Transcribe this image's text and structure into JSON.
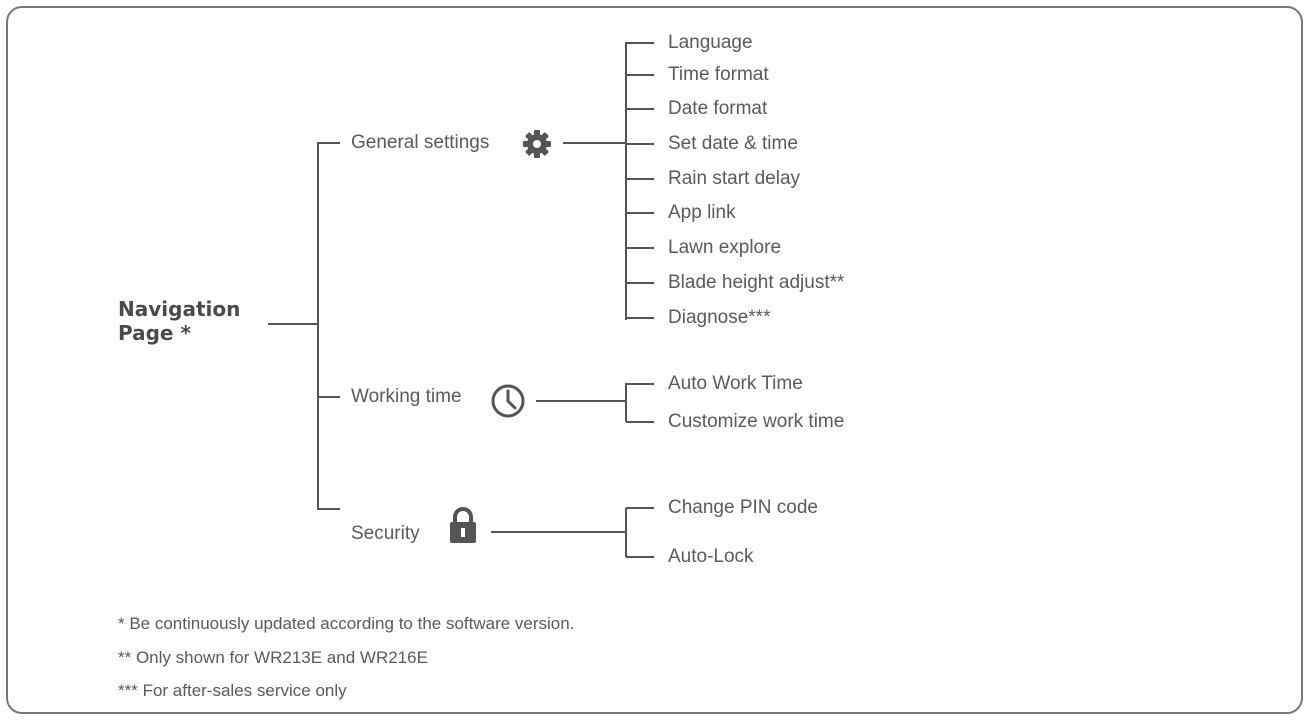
{
  "root": {
    "line1": "Navigation",
    "line2": "Page *"
  },
  "branches": [
    {
      "label": "General settings",
      "icon": "gear-icon",
      "children": [
        "Language",
        "Time format",
        "Date format",
        "Set date & time",
        "Rain start delay",
        "App link",
        "Lawn explore",
        "Blade height adjust**",
        "Diagnose***"
      ]
    },
    {
      "label": "Working time",
      "icon": "clock-icon",
      "children": [
        "Auto Work Time",
        "Customize work time"
      ]
    },
    {
      "label": "Security",
      "icon": "lock-icon",
      "children": [
        "Change PIN code",
        "Auto-Lock"
      ]
    }
  ],
  "footnotes": [
    "* Be continuously updated according to the software version.",
    "** Only shown for WR213E and WR216E",
    "*** For after-sales service only"
  ],
  "colors": {
    "line": "#555555",
    "text": "#5a5a5a",
    "border": "#777777"
  }
}
